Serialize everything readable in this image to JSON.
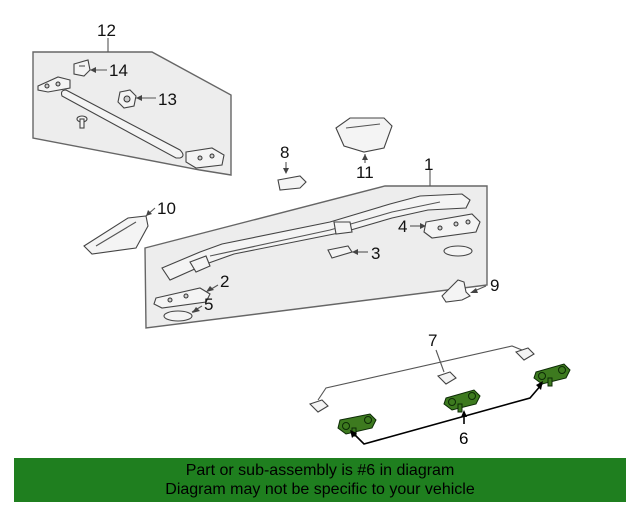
{
  "diagram": {
    "callouts": {
      "c1": "1",
      "c2": "2",
      "c3": "3",
      "c4": "4",
      "c5": "5",
      "c6": "6",
      "c7": "7",
      "c8": "8",
      "c9": "9",
      "c10": "10",
      "c11": "11",
      "c12": "12",
      "c13": "13",
      "c14": "14"
    },
    "highlighted_part": "6",
    "colors": {
      "highlight_part": "#3d7a1f",
      "banner_bg": "#1f7f1f",
      "panel_fill": "#ededed"
    }
  },
  "banner": {
    "line1": "Part or sub-assembly is #6 in diagram",
    "line2": "Diagram may not be specific to your vehicle"
  }
}
